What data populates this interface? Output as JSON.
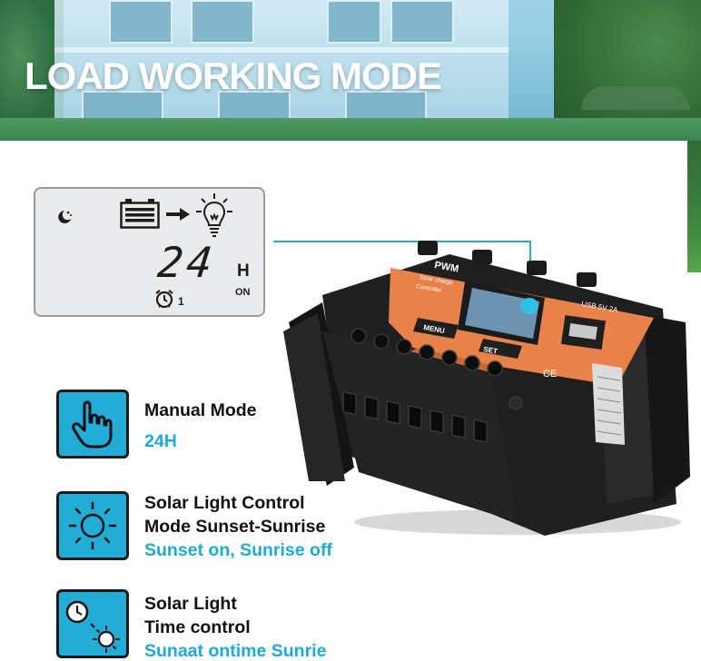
{
  "banner": {
    "title": "LOAD WORKING MODE"
  },
  "lcd": {
    "digits": "24",
    "unit": "H",
    "state": "ON",
    "timer_number": "1"
  },
  "device": {
    "brand": "PWM",
    "caption_line1": "Solar charge",
    "caption_line2": "Controller",
    "usb_label": "USB 5V 2A",
    "menu_label": "MENU",
    "set_label": "SET",
    "ce_mark": "CE",
    "accent_color": "#e9824a"
  },
  "features": [
    {
      "icon": "hand-pointer-icon",
      "lines": [
        "Manual Mode"
      ],
      "sub": "24H"
    },
    {
      "icon": "sun-icon",
      "lines": [
        "Solar Light Control",
        "Mode Sunset-Sunrise"
      ],
      "sub": "Sunset on, Sunrise off"
    },
    {
      "icon": "clock-sun-icon",
      "lines": [
        "Solar Light",
        "Time control"
      ],
      "sub": "Sunaat ontime Sunrie"
    }
  ],
  "colors": {
    "feature_accent": "#23acd5",
    "subtitle": "#1eaad6",
    "connector": "#2aa9c9"
  }
}
